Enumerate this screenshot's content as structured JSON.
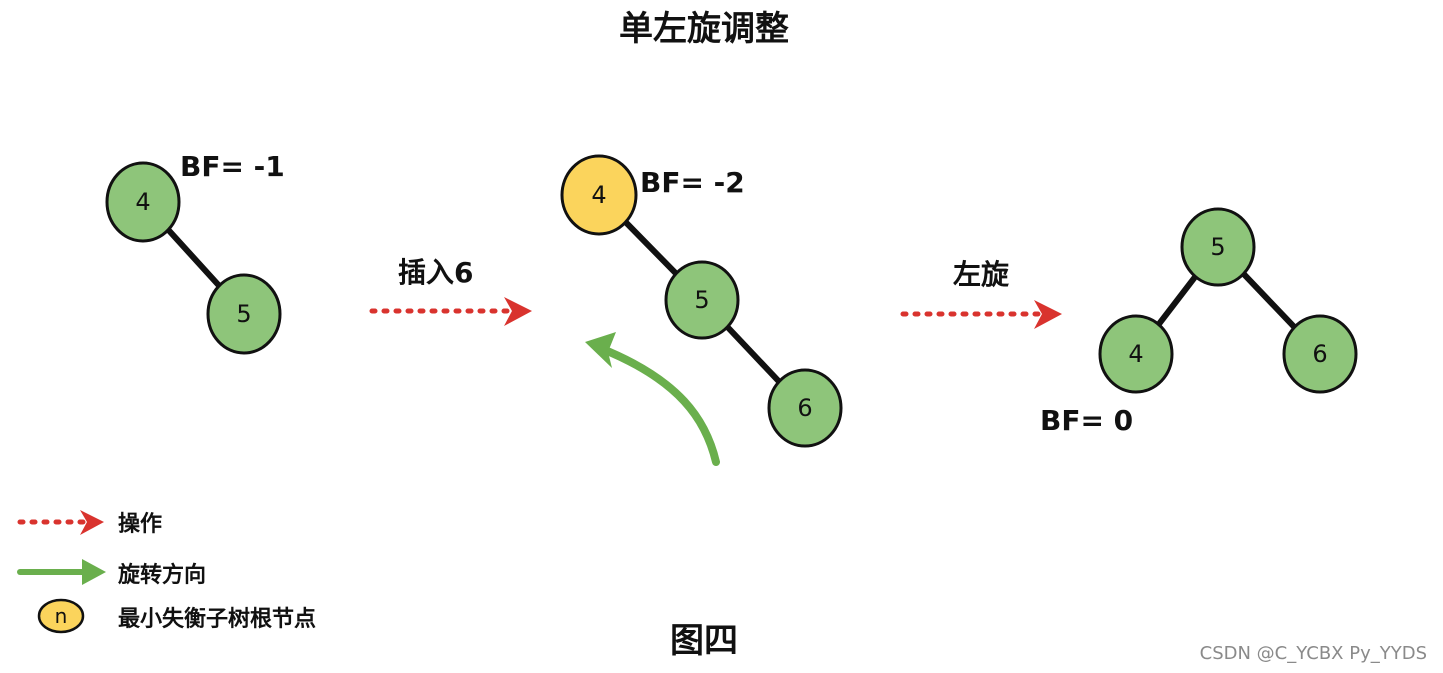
{
  "title": "单左旋调整",
  "colors": {
    "normal_node": "#8ec57a",
    "highlight_node": "#fbd45c",
    "edge": "#111111",
    "operation_arrow": "#d9332e",
    "rotation_arrow": "#6aaf4d"
  },
  "trees": {
    "before": {
      "bf_label": "BF= -1",
      "nodes": [
        "4",
        "5"
      ]
    },
    "inserted": {
      "bf_label": "BF= -2",
      "nodes": [
        "4",
        "5",
        "6"
      ],
      "highlighted_node": "4"
    },
    "after": {
      "bf_label": "BF= 0",
      "nodes": [
        "5",
        "4",
        "6"
      ]
    }
  },
  "operations": {
    "insert_label": "插入6",
    "rotate_label": "左旋"
  },
  "legend": {
    "operation_label": "操作",
    "rotation_label": "旋转方向",
    "root_symbol": "n",
    "root_label": "最小失衡子树根节点"
  },
  "caption": "图四",
  "watermark": "CSDN @C_YCBX Py_YYDS"
}
